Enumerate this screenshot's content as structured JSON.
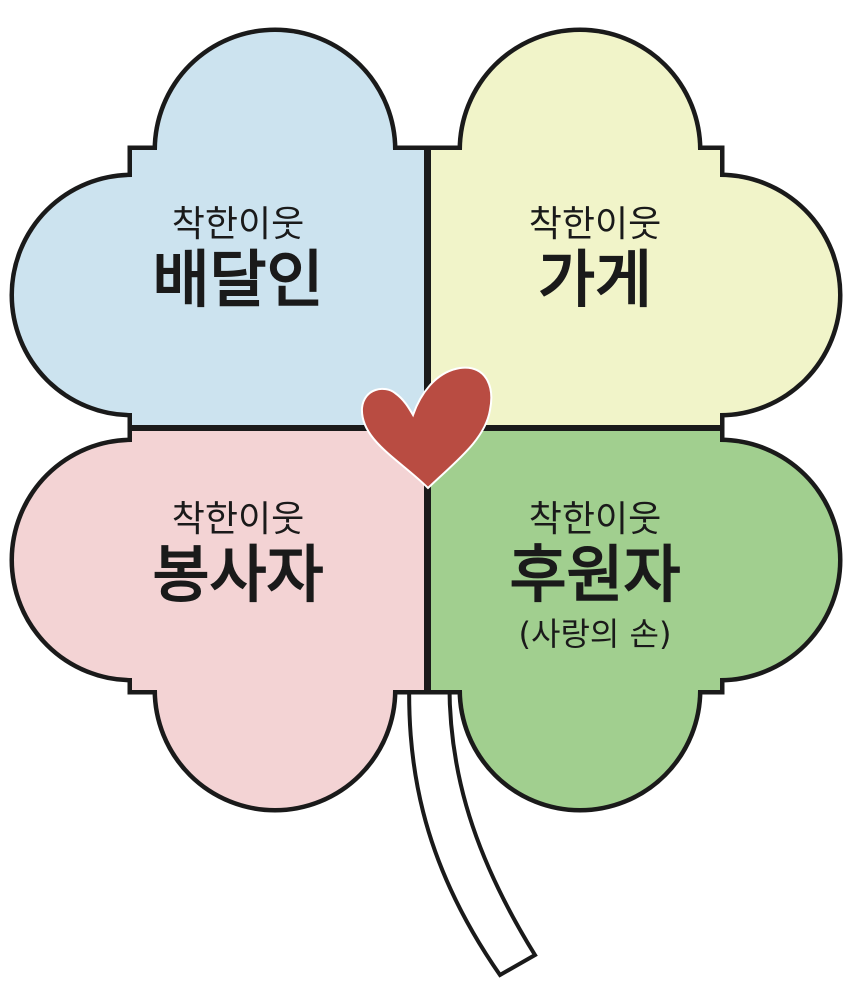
{
  "colors": {
    "blue": "#cce3ef",
    "yellow": "#f1f4c9",
    "pink": "#f3d3d4",
    "green": "#a1cf8f",
    "heart": "#b94c42",
    "outline": "#1a1a1a"
  },
  "leaves": [
    {
      "prefix": "착한이웃",
      "title": "배달인"
    },
    {
      "prefix": "착한이웃",
      "title": "가게"
    },
    {
      "prefix": "착한이웃",
      "title": "봉사자"
    },
    {
      "prefix": "착한이웃",
      "title": "후원자",
      "note": "(사랑의 손)"
    }
  ],
  "center_icon": "heart-icon"
}
